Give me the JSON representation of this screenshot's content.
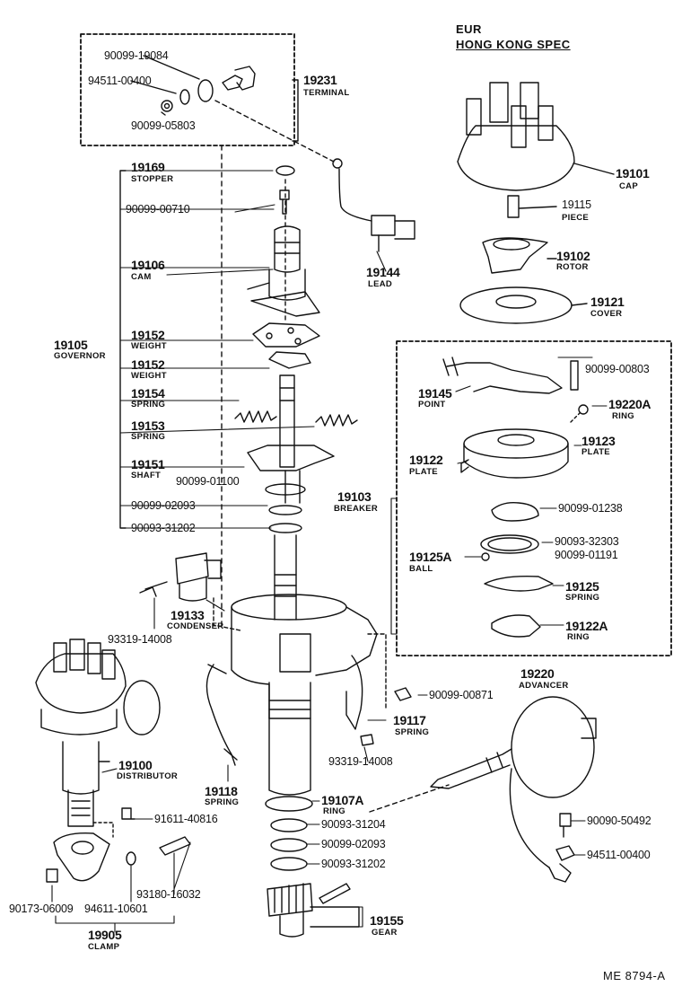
{
  "header": {
    "line1": "EUR",
    "line2": "HONG KONG SPEC"
  },
  "footer": {
    "code": "ME 8794-A"
  },
  "parts": {
    "p90099_19084": "90099-19084",
    "p94511_00400_top": "94511-00400",
    "p90099_05803": "90099-05803",
    "p19231": "19231",
    "p19231_name": "TERMINAL",
    "p19169": "19169",
    "p19169_name": "STOPPER",
    "p90099_00710": "90099-00710",
    "p19106": "19106",
    "p19106_name": "CAM",
    "p19105": "19105",
    "p19105_name": "GOVERNOR",
    "p19152a": "19152",
    "p19152a_name": "WEIGHT",
    "p19152b": "19152",
    "p19152b_name": "WEIGHT",
    "p19154": "19154",
    "p19154_name": "SPRING",
    "p19153": "19153",
    "p19153_name": "SPRING",
    "p19151": "19151",
    "p19151_name": "SHAFT",
    "p90099_01100": "90099-01100",
    "p90099_02093a": "90099-02093",
    "p90093_31202a": "90093-31202",
    "p19144": "19144",
    "p19144_name": "LEAD",
    "p19101": "19101",
    "p19101_name": "CAP",
    "p19115": "19115",
    "p19115_name": "PIECE",
    "p19102": "19102",
    "p19102_name": "ROTOR",
    "p19121": "19121",
    "p19121_name": "COVER",
    "p90099_00803": "90099-00803",
    "p19145": "19145",
    "p19145_name": "POINT",
    "p19220A": "19220A",
    "p19220A_name": "RING",
    "p19123": "19123",
    "p19123_name": "PLATE",
    "p19122": "19122",
    "p19122_name": "PLATE",
    "p19103": "19103",
    "p19103_name": "BREAKER",
    "p90099_01238": "90099-01238",
    "p90093_32303": "90093-32303",
    "p90099_01191": "90099-01191",
    "p19125A": "19125A",
    "p19125A_name": "BALL",
    "p19125": "19125",
    "p19125_name": "SPRING",
    "p19122A": "19122A",
    "p19122A_name": "RING",
    "p19133": "19133",
    "p19133_name": "CONDENSER",
    "p93319_14008a": "93319-14008",
    "p90099_00871": "90099-00871",
    "p19220": "19220",
    "p19220_name": "ADVANCER",
    "p19100": "19100",
    "p19100_name": "DISTRIBUTOR",
    "p19118": "19118",
    "p19118_name": "SPRING",
    "p19117": "19117",
    "p19117_name": "SPRING",
    "p93319_14008b": "93319-14008",
    "p19107A": "19107A",
    "p19107A_name": "RING",
    "p90093_31204": "90093-31204",
    "p90099_02093b": "90099-02093",
    "p90093_31202b": "90093-31202",
    "p91611_40816": "91611-40816",
    "p93180_16032": "93180-16032",
    "p90090_50492": "90090-50492",
    "p94511_00400_b": "94511-00400",
    "p90173_06009": "90173-06009",
    "p94611_10601": "94611-10601",
    "p19905": "19905",
    "p19905_name": "CLAMP",
    "p19155": "19155",
    "p19155_name": "GEAR"
  }
}
